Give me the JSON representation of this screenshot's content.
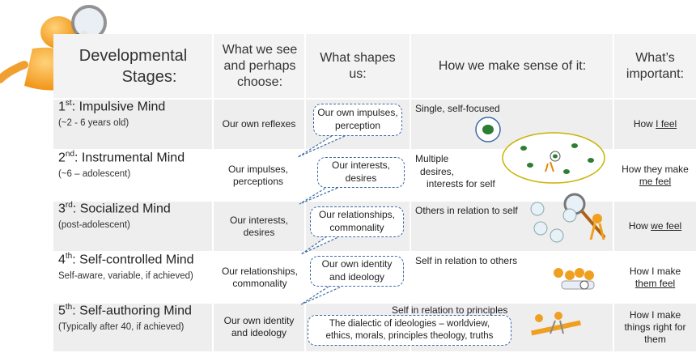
{
  "headers": {
    "stages": [
      "Developmental",
      "Stages:"
    ],
    "see": "What we see and perhaps choose:",
    "shapes": "What shapes us:",
    "sense": "How we make sense of it:",
    "important": "What’s important:"
  },
  "rows": [
    {
      "num": "1",
      "ord": "st",
      "name": ": Impulsive Mind",
      "sub": "(~2 - 6 years old)",
      "see": "Our own reflexes",
      "shapes": "Our own impulses, perception",
      "sense": "Single, self-focused",
      "important_pre": "How ",
      "important_u": "I feel",
      "important_post": ""
    },
    {
      "num": "2",
      "ord": "nd",
      "name": ": Instrumental Mind",
      "sub": "(~6 – adolescent)",
      "see": "Our impulses, perceptions",
      "shapes": "Our interests, desires",
      "sense_lines": [
        "Multiple",
        "desires,",
        "interests for self"
      ],
      "important_pre": "How they make ",
      "important_u": "me feel",
      "important_post": ""
    },
    {
      "num": "3",
      "ord": "rd",
      "name": ": Socialized Mind",
      "sub": "(post-adolescent)",
      "see": "Our interests, desires",
      "shapes": "Our relationships, commonality",
      "sense": "Others in relation to self",
      "important_pre": "How ",
      "important_u": "we feel",
      "important_post": ""
    },
    {
      "num": "4",
      "ord": "th",
      "name": ": Self-controlled Mind",
      "sub": "Self-aware, variable, if achieved)",
      "see": "Our relationships, commonality",
      "shapes": "Our own identity and ideology",
      "sense": "Self in relation to others",
      "important_pre": "How I make ",
      "important_u": "them feel",
      "important_post": ""
    },
    {
      "num": "5",
      "ord": "th",
      "name": ": Self-authoring Mind",
      "sub": "(Typically after 40, if achieved)",
      "see": "Our own identity and ideology",
      "shapes": "The dialectic of ideologies – worldview, ethics, morals, principles theology, truths",
      "sense": "Self in relation to principles",
      "important_pre": "How I make things right for them",
      "important_u": "",
      "important_post": ""
    }
  ],
  "colors": {
    "gray_row": "#eeeeee",
    "white_row": "#ffffff",
    "bubble_border": "#3b6aa8",
    "header_bg": "#f3f3f3"
  },
  "icons": [
    "magnifier-figure-icon",
    "single-circle-icon",
    "multiple-circles-icon",
    "magnifier-bubbles-icon",
    "group-figures-icon",
    "balance-figure-icon"
  ]
}
